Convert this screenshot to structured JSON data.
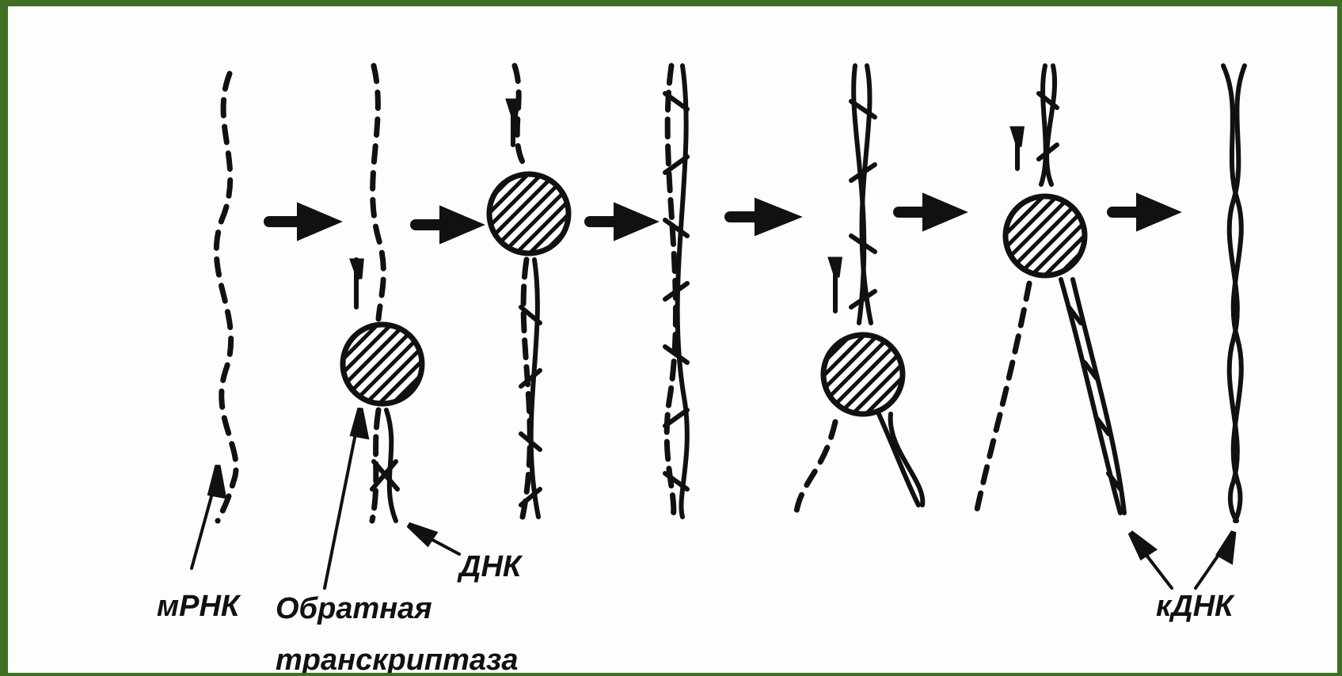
{
  "labels": {
    "mrna": "мРНК",
    "reverse_transcriptase_line1": "Обратная",
    "reverse_transcriptase_line2": "транскриптаза",
    "dna": "ДНК",
    "cdna": "кДНК"
  },
  "colors": {
    "border": "#3f6e22",
    "ink": "#111111",
    "background": "#fdfdfb"
  }
}
